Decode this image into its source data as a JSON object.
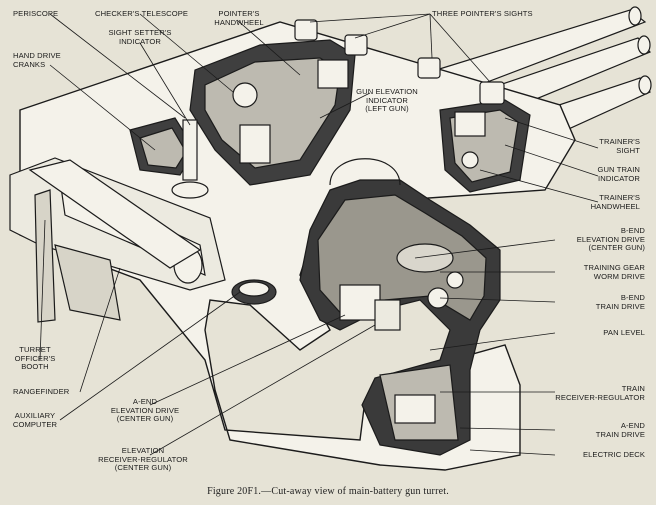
{
  "caption": "Figure 20F1.—Cut-away view of main-battery gun turret.",
  "labels": {
    "periscope": "PERISCOPE",
    "checkers_telescope": "CHECKER'S TELESCOPE",
    "pointers_handwheel": "POINTER'S\nHANDWHEEL",
    "three_pointers_sights": "THREE POINTER'S SIGHTS",
    "sight_setters_indicator": "SIGHT SETTER'S\nINDICATOR",
    "hand_drive_cranks": "HAND DRIVE\nCRANKS",
    "gun_elevation_indicator": "GUN ELEVATION\nINDICATOR\n(LEFT GUN)",
    "trainers_sight": "TRAINER'S\nSIGHT",
    "gun_train_indicator": "GUN TRAIN\nINDICATOR",
    "trainers_handwheel": "TRAINER'S\nHANDWHEEL",
    "b_end_elevation_drive": "B-END\nELEVATION DRIVE\n(CENTER GUN)",
    "training_gear_worm_drive": "TRAINING GEAR\nWORM DRIVE",
    "b_end_train_drive": "B-END\nTRAIN DRIVE",
    "pan_level": "PAN LEVEL",
    "train_receiver_regulator": "TRAIN\nRECEIVER-REGULATOR",
    "a_end_train_drive": "A-END\nTRAIN DRIVE",
    "electric_deck": "ELECTRIC DECK",
    "turret_officers_booth": "TURRET\nOFFICER'S\nBOOTH",
    "rangefinder": "RANGEFINDER",
    "auxiliary_computer": "AUXILIARY\nCOMPUTER",
    "a_end_elevation_drive": "A-END\nELEVATION DRIVE\n(CENTER GUN)",
    "elevation_receiver_regulator": "ELEVATION\nRECEIVER-REGULATOR\n(CENTER GUN)"
  },
  "colors": {
    "paper": "#e6e3d6",
    "ink": "#1b1b1b",
    "cutaway_interior": "#4a4a4a",
    "armor_surface": "#f4f2ea"
  }
}
